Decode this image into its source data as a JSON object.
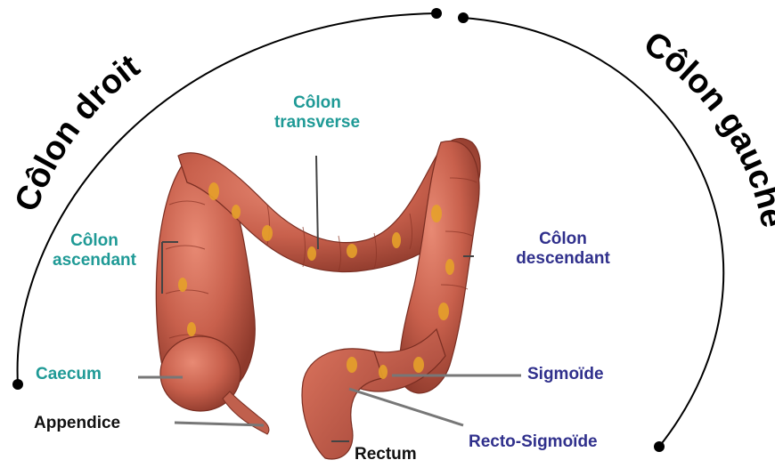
{
  "title_arcs": {
    "left": "Côlon droit",
    "right": "Côlon gauche"
  },
  "labels": {
    "transverse_line1": "Côlon",
    "transverse_line2": "transverse",
    "ascending_line1": "Côlon",
    "ascending_line2": "ascendant",
    "descending_line1": "Côlon",
    "descending_line2": "descendant",
    "caecum": "Caecum",
    "sigmoid": "Sigmoïde",
    "appendix": "Appendice",
    "rectosigmoid": "Recto-Sigmoïde",
    "rectum": "Rectum"
  },
  "colors": {
    "right_colon_labels": "#1f9a96",
    "left_colon_labels": "#30308c",
    "neutral_labels": "#111111",
    "colon_tissue": "#c8604c",
    "fat_tissue": "#e6a12a"
  }
}
